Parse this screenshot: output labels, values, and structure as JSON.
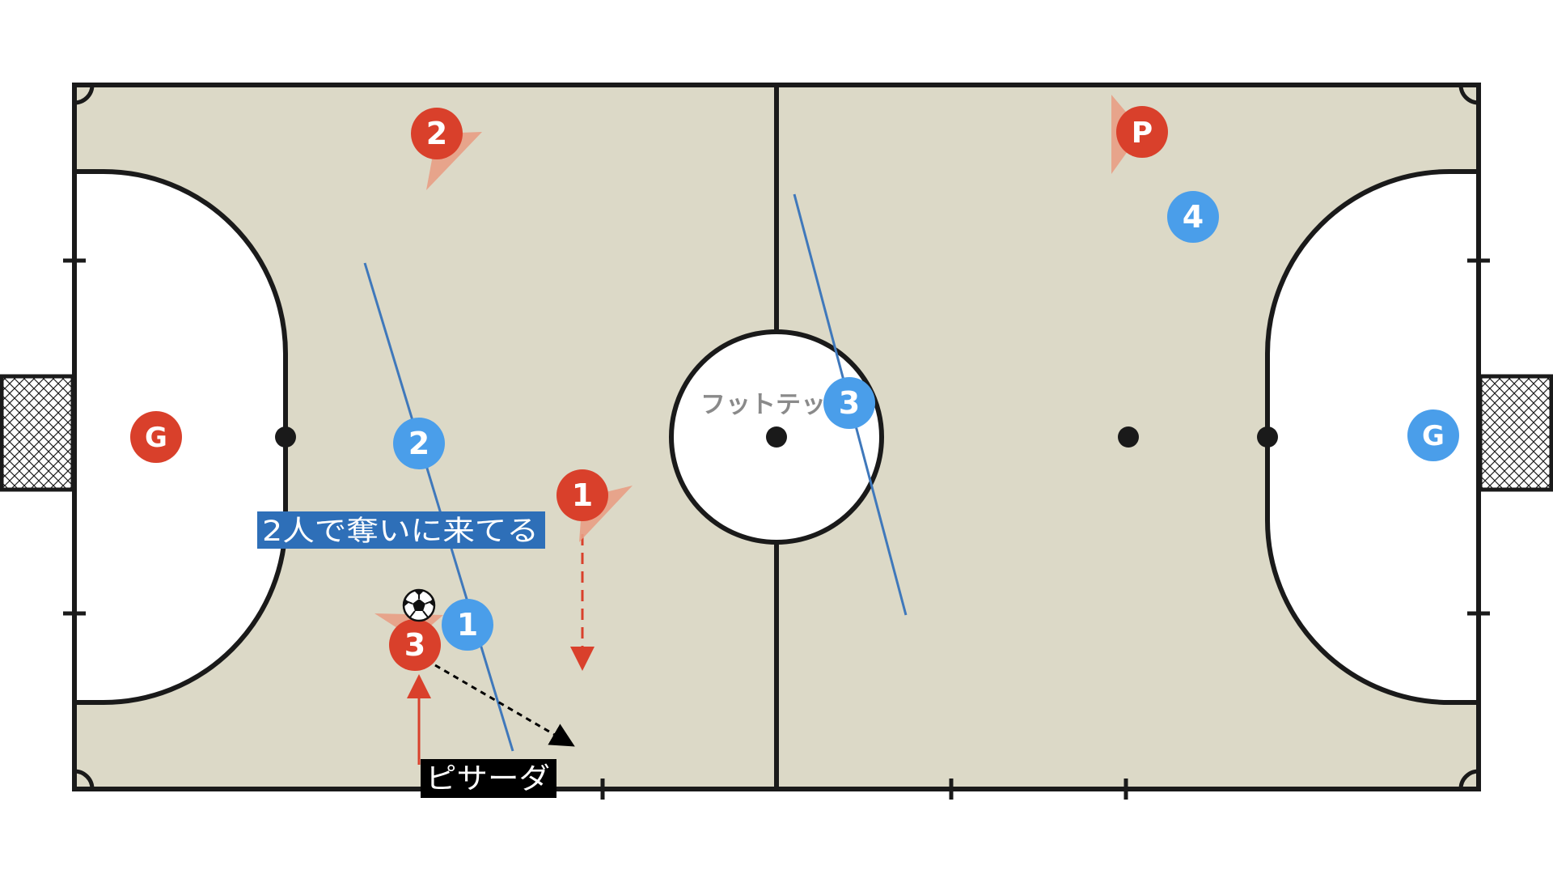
{
  "court": {
    "surface_color": "#dcd9c7",
    "line_color": "#1a1a1a",
    "area_color": "#ffffff"
  },
  "team_colors": {
    "red": "#d9402b",
    "blue": "#4a9eea",
    "red_cone": "#e89d84"
  },
  "players": {
    "red_goalkeeper": "G",
    "red_1": "1",
    "red_2": "2",
    "red_3": "3",
    "red_pivot": "P",
    "blue_goalkeeper": "G",
    "blue_1": "1",
    "blue_2": "2",
    "blue_3": "3",
    "blue_4": "4"
  },
  "ball_icon": "soccer-ball-icon",
  "captions": {
    "pressure_note": "2人で奪いに来てる",
    "pisada_label": "ピサーダ",
    "futotetsu_label": "フットテッ"
  },
  "caption_colors": {
    "pressure_bg": "#2e6fb8",
    "pisada_bg": "#000000",
    "futotetsu_text": "#8a8a8a"
  }
}
